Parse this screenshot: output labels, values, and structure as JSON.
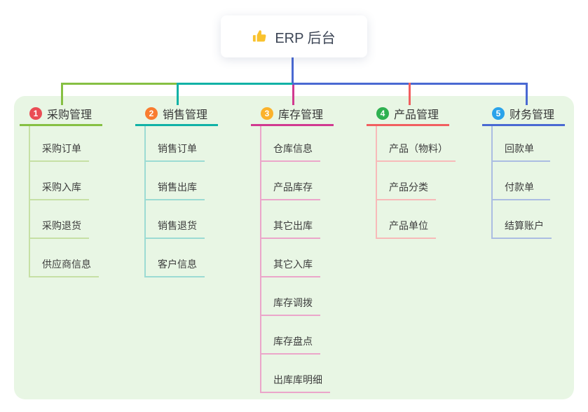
{
  "root": {
    "title": "ERP 后台",
    "icon": "thumbs-up-icon",
    "icon_color": "#f9c22e"
  },
  "panel_bg": "#e8f6e4",
  "connector_blue": "#4a69d2",
  "branches": [
    {
      "num": "1",
      "title": "采购管理",
      "badge_color": "#ea4d55",
      "line_color": "#86c043",
      "light_line_color": "#c6e0a5",
      "items": [
        "采购订单",
        "采购入库",
        "采购退货",
        "供应商信息"
      ]
    },
    {
      "num": "2",
      "title": "销售管理",
      "badge_color": "#f97c30",
      "line_color": "#10b2a6",
      "light_line_color": "#9cdbd3",
      "items": [
        "销售订单",
        "销售出库",
        "销售退货",
        "客户信息"
      ]
    },
    {
      "num": "3",
      "title": "库存管理",
      "badge_color": "#fbb22c",
      "line_color": "#d13a90",
      "light_line_color": "#eba6ca",
      "items": [
        "仓库信息",
        "产品库存",
        "其它出库",
        "其它入库",
        "库存调拨",
        "库存盘点",
        "出库库明细"
      ]
    },
    {
      "num": "4",
      "title": "产品管理",
      "badge_color": "#2eb150",
      "line_color": "#f15f60",
      "light_line_color": "#f7bab9",
      "items": [
        "产品（物料）",
        "产品分类",
        "产品单位"
      ]
    },
    {
      "num": "5",
      "title": "财务管理",
      "badge_color": "#2aa3ea",
      "line_color": "#4a69d2",
      "light_line_color": "#abbde2",
      "items": [
        "回款单",
        "付款单",
        "结算账户"
      ]
    }
  ]
}
